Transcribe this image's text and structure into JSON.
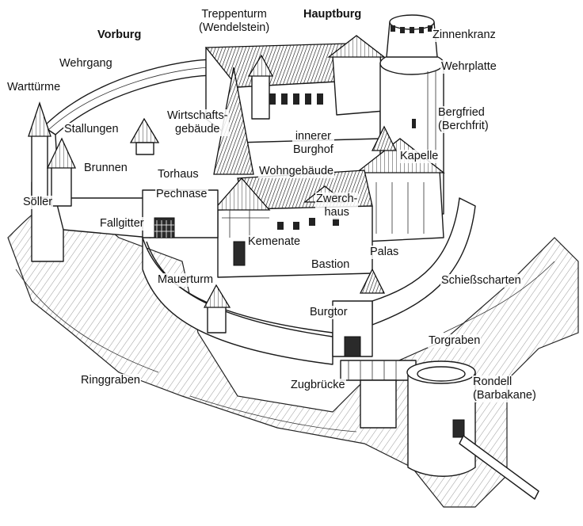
{
  "labels": {
    "vorburg": "Vorburg",
    "treppenturm": "Treppenturm\n(Wendelstein)",
    "hauptburg": "Hauptburg",
    "zinnenkranz": "Zinnenkranz",
    "wehrgang": "Wehrgang",
    "wehrplatte": "Wehrplatte",
    "warttuerme": "Warttürme",
    "wirtschaftsgebaeude": "Wirtschafts-\ngebäude",
    "innerer_burghof": "innerer\nBurghof",
    "bergfried": "Bergfried\n(Berchfrit)",
    "stallungen": "Stallungen",
    "kapelle": "Kapelle",
    "brunnen": "Brunnen",
    "torhaus": "Torhaus",
    "wohngebaeude": "Wohngebäude",
    "soeller": "Söller",
    "pechnase": "Pechnase",
    "zwerchhaus": "Zwerch-\nhaus",
    "fallgitter": "Fallgitter",
    "kemenate": "Kemenate",
    "palas": "Palas",
    "bastion": "Bastion",
    "mauerturm": "Mauerturm",
    "schiessscharten": "Schießscharten",
    "burgtor": "Burgtor",
    "torgraben": "Torgraben",
    "ringgraben": "Ringgraben",
    "zugbruecke": "Zugbrücke",
    "rondell": "Rondell\n(Barbakane)"
  }
}
